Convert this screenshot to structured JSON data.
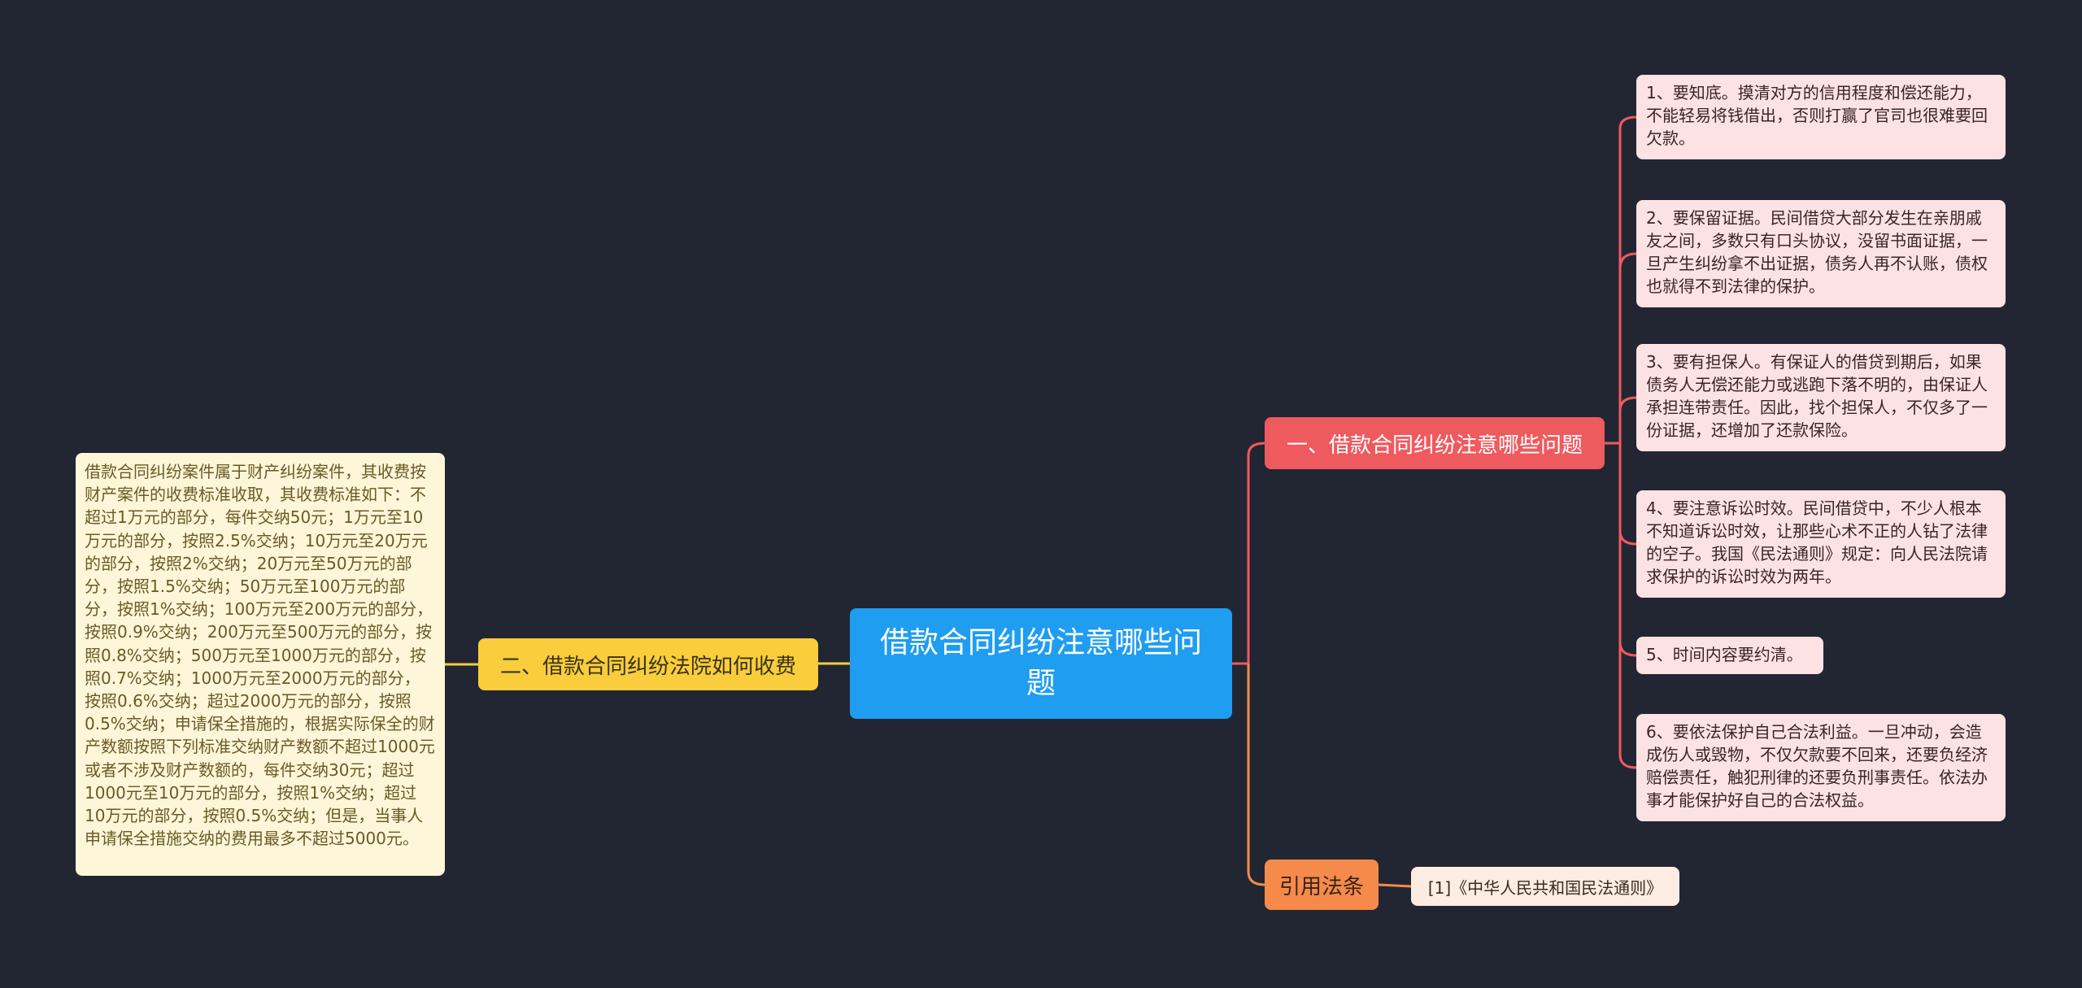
{
  "root": {
    "title": "借款合同纠纷注意哪些问题"
  },
  "branch_right": {
    "title": "一、借款合同纠纷注意哪些问题",
    "items": [
      "1、要知底。摸清对方的信用程度和偿还能力，不能轻易将钱借出，否则打赢了官司也很难要回欠款。",
      "2、要保留证据。民间借贷大部分发生在亲朋戚友之间，多数只有口头协议，没留书面证据，一旦产生纠纷拿不出证据，债务人再不认账，债权也就得不到法律的保护。",
      "3、要有担保人。有保证人的借贷到期后，如果债务人无偿还能力或逃跑下落不明的，由保证人承担连带责任。因此，找个担保人，不仅多了一份证据，还增加了还款保险。",
      "4、要注意诉讼时效。民间借贷中，不少人根本不知道诉讼时效，让那些心术不正的人钻了法律的空子。我国《民法通则》规定：向人民法院请求保护的诉讼时效为两年。",
      "5、时间内容要约清。",
      "6、要依法保护自己合法利益。一旦冲动，会造成伤人或毁物，不仅欠款要不回来，还要负经济赔偿责任，触犯刑律的还要负刑事责任。依法办事才能保护好自己的合法权益。"
    ]
  },
  "branch_left": {
    "title": "二、借款合同纠纷法院如何收费",
    "detail": "借款合同纠纷案件属于财产纠纷案件，其收费按财产案件的收费标准收取，其收费标准如下：不超过1万元的部分，每件交纳50元；1万元至10万元的部分，按照2.5%交纳；10万元至20万元的部分，按照2%交纳；20万元至50万元的部分，按照1.5%交纳；50万元至100万元的部分，按照1%交纳；100万元至200万元的部分，按照0.9%交纳；200万元至500万元的部分，按照0.8%交纳；500万元至1000万元的部分，按照0.7%交纳；1000万元至2000万元的部分，按照0.6%交纳；超过2000万元的部分，按照0.5%交纳；申请保全措施的，根据实际保全的财产数额按照下列标准交纳财产数额不超过1000元或者不涉及财产数额的，每件交纳30元；超过1000元至10万元的部分，按照1%交纳；超过10万元的部分，按照0.5%交纳；但是，当事人申请保全措施交纳的费用最多不超过5000元。"
  },
  "branch_ref": {
    "title": "引用法条",
    "items": [
      "[1]《中华人民共和国民法通则》"
    ]
  },
  "colors": {
    "background": "#222633",
    "root": "#1f9df0",
    "branch_right": "#ef5a5e",
    "branch_left": "#f9cd3b",
    "branch_ref": "#f58a4b",
    "leaf_right": "#fde2e3",
    "leaf_left": "#fdf6d8",
    "ref_leaf": "#fdece2"
  }
}
